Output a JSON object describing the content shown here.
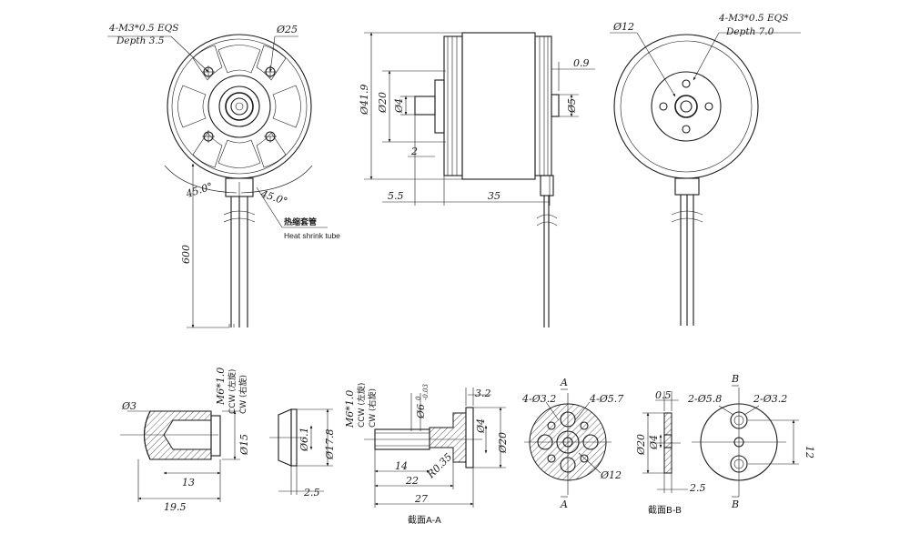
{
  "front_view": {
    "thread_note": "4-M3*0.5 EQS",
    "depth_note": "Depth 3.5",
    "bolt_circle": "Ø25",
    "angle_left": "45.0°",
    "angle_right": "45.0°",
    "heat_shrink_cn": "热缩套管",
    "heat_shrink_en": "Heat shrink tube",
    "lead_length": "600"
  },
  "side_view": {
    "outer_dia": "Ø41.9",
    "hub_dia": "Ø20",
    "shaft_dia_left": "Ø4",
    "shaft_dia_right": "Ø5",
    "gap": "0.9",
    "step": "2",
    "shaft_len": "5.5",
    "body_len": "35"
  },
  "rear_view": {
    "center_dia": "Ø12",
    "thread_note": "4-M3*0.5 EQS",
    "depth_note": "Depth 7.0"
  },
  "prop_nut": {
    "tip_dia": "Ø3",
    "thread": "M6*1.0",
    "ccw": "CCW (左旋)",
    "cw": "CW (右旋)",
    "outer_dia": "Ø15",
    "inner_len": "13",
    "total_len": "19.5"
  },
  "washer": {
    "inner_dia": "Ø6.1",
    "outer_dia": "Ø17.8",
    "thickness": "2.5"
  },
  "prop_adapter": {
    "thread": "M6*1.0",
    "ccw": "CCW (左旋)",
    "cw": "CW (右旋)",
    "bore_dia": "Ø6",
    "bore_tol_upper": "0",
    "bore_tol_lower": "-0.03",
    "flange_thk": "3.2",
    "inner_dia": "Ø4",
    "flange_dia": "Ø20",
    "radius": "R0.35",
    "len_a": "14",
    "len_b": "22",
    "len_total": "27",
    "section_label": "截面A-A"
  },
  "flange_a": {
    "marker": "A",
    "small_holes": "4-Ø3.2",
    "large_holes": "4-Ø5.7",
    "center": "Ø12"
  },
  "section_b": {
    "gap": "0.5",
    "outer_dia": "Ø20",
    "inner_dia": "Ø4",
    "thickness": "2.5",
    "section_label": "截面B-B"
  },
  "flange_b": {
    "marker": "B",
    "large_holes": "2-Ø5.8",
    "small_holes": "2-Ø3.2",
    "spacing": "12"
  }
}
